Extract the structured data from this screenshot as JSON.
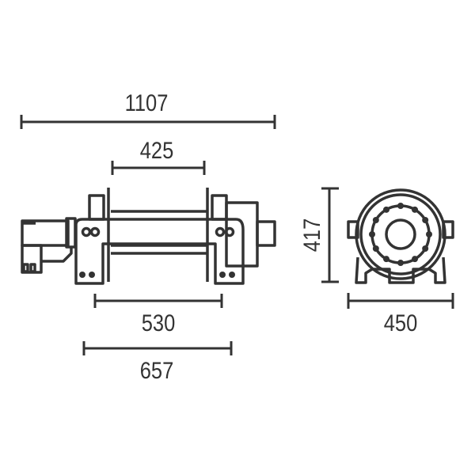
{
  "dimensions": {
    "overall_length": "1107",
    "drum_length": "425",
    "frame_inner_width": "530",
    "frame_outer_width": "657",
    "height": "417",
    "width": "450"
  },
  "colors": {
    "line": "#333333",
    "background": "#ffffff"
  }
}
